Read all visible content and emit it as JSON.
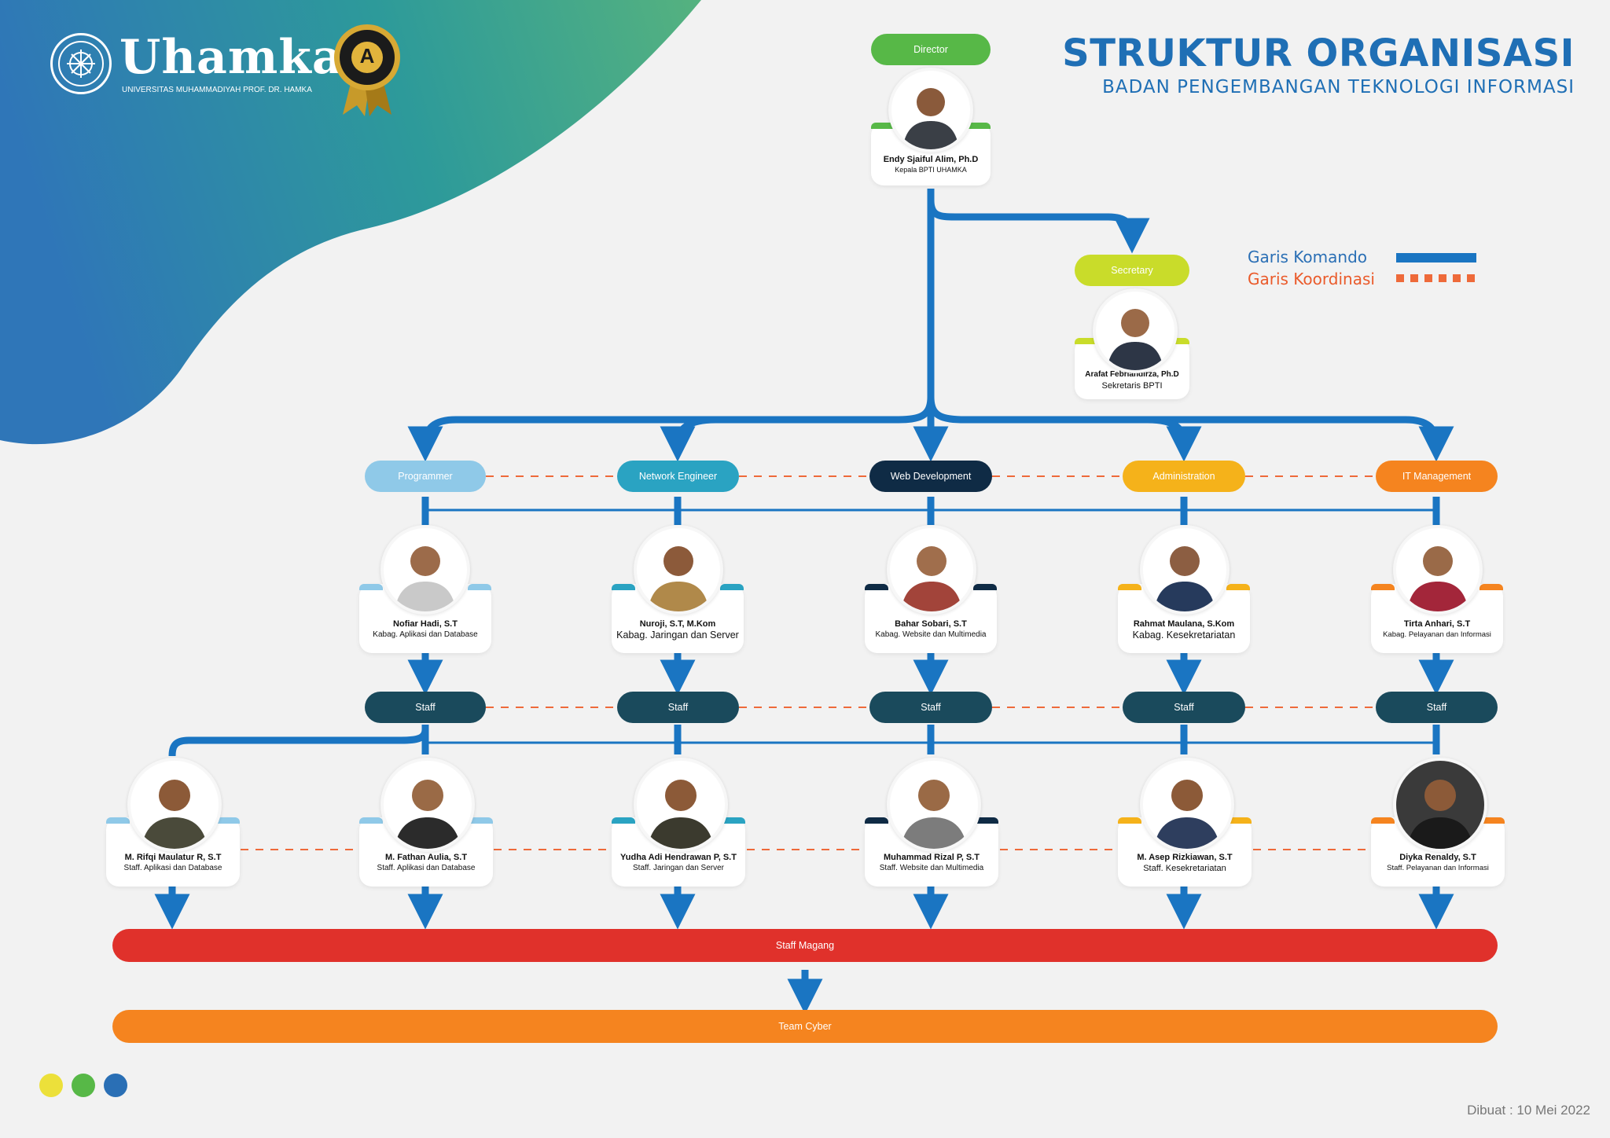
{
  "header": {
    "brand": "Uhamka",
    "brand_subtitle": "UNIVERSITAS MUHAMMADIYAH PROF. DR. HAMKA",
    "badge_letter": "A",
    "title": "STRUKTUR ORGANISASI",
    "subtitle": "BADAN PENGEMBANGAN TEKNOLOGI INFORMASI"
  },
  "legend": {
    "command": "Garis Komando",
    "coordination": "Garis Koordinasi"
  },
  "director": {
    "role": "Director",
    "name": "Endy Sjaiful Alim, Ph.D",
    "title": "Kepala BPTI UHAMKA"
  },
  "secretary": {
    "role": "Secretary",
    "name": "Arafat Febriandirza, Ph.D",
    "title": "Sekretaris BPTI"
  },
  "divisions": [
    {
      "label": "Programmer",
      "color": "#8fc9e8",
      "head_name": "Nofiar Hadi, S.T",
      "head_title": "Kabag. Aplikasi dan Database",
      "staff_label": "Staff"
    },
    {
      "label": "Network Engineer",
      "color": "#2aa3c2",
      "head_name": "Nuroji, S.T, M.Kom",
      "head_title": "Kabag. Jaringan dan Server",
      "staff_label": "Staff"
    },
    {
      "label": "Web Development",
      "color": "#0f2b45",
      "head_name": "Bahar Sobari, S.T",
      "head_title": "Kabag. Website dan Multimedia",
      "staff_label": "Staff"
    },
    {
      "label": "Administration",
      "color": "#f5b21a",
      "head_name": "Rahmat Maulana, S.Kom",
      "head_title": "Kabag. Kesekretariatan",
      "staff_label": "Staff"
    },
    {
      "label": "IT Management",
      "color": "#f5841f",
      "head_name": "Tirta Anhari, S.T",
      "head_title": "Kabag. Pelayanan dan Informasi",
      "staff_label": "Staff"
    }
  ],
  "staff_members": [
    {
      "name": "M. Rifqi Maulatur R, S.T",
      "title": "Staff. Aplikasi dan Database",
      "color": "#8fc9e8"
    },
    {
      "name": "M. Fathan Aulia, S.T",
      "title": "Staff. Aplikasi dan Database",
      "color": "#8fc9e8"
    },
    {
      "name": "Yudha Adi Hendrawan P, S.T",
      "title": "Staff. Jaringan dan Server",
      "color": "#2aa3c2"
    },
    {
      "name": "Muhammad Rizal P, S.T",
      "title": "Staff. Website dan Multimedia",
      "color": "#0f2b45"
    },
    {
      "name": "M. Asep Rizkiawan, S.T",
      "title": "Staff. Kesekretariatan",
      "color": "#f5b21a"
    },
    {
      "name": "Diyka Renaldy, S.T",
      "title": "Staff. Pelayanan dan Informasi",
      "color": "#f5841f"
    }
  ],
  "interns": {
    "label": "Staff Magang",
    "color": "#e0312b"
  },
  "team_cyber": {
    "label": "Team Cyber",
    "color": "#f5841f"
  },
  "colors": {
    "command_line": "#1a75c2",
    "coordination_line": "#ee6a3a",
    "staff_pill": "#1a4a5c",
    "director": "#57b847",
    "secretary": "#c9dc2a"
  },
  "footer": {
    "date": "Dibuat : 10 Mei 2022"
  }
}
